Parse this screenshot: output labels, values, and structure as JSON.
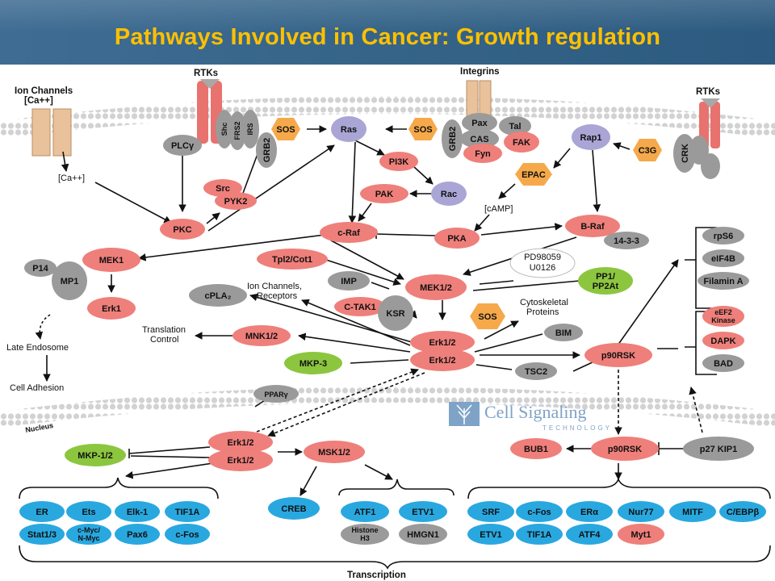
{
  "title": "Pathways Involved in Cancer: Growth regulation",
  "labels": {
    "ion_channels": "Ion Channels",
    "ca_out": "[Ca++]",
    "ca_in": "[Ca++]",
    "rtks_left": "RTKs",
    "rtks_right": "RTKs",
    "integrins": "Integrins",
    "camp": "[cAMP]",
    "ion_channels_receptors_1": "Ion Channels,",
    "ion_channels_receptors_2": "Receptors",
    "translation_control_1": "Translation",
    "translation_control_2": "Control",
    "late_endosome": "Late Endosome",
    "cell_adhesion": "Cell Adhesion",
    "cytoskeletal_1": "Cytoskeletal",
    "cytoskeletal_2": "Proteins",
    "pd98059": "PD98059",
    "u0126": "U0126",
    "nucleus": "Nucleus",
    "transcription": "Transcription",
    "cst_logo_1": "Cell Signaling",
    "cst_logo_2": "TECHNOLOGY"
  },
  "nodes": {
    "plcg": "PLCγ",
    "shc": "Shc",
    "frs2": "FRS2",
    "irs": "IRS",
    "grb2_left": "GRB2",
    "sos_left": "SOS",
    "ras": "Ras",
    "sos_mid": "SOS",
    "grb2_mid": "GRB2",
    "pax": "Pax",
    "tal": "Tal",
    "cas": "CAS",
    "fak": "FAK",
    "fyn": "Fyn",
    "rap1": "Rap1",
    "c3g": "C3G",
    "crk": "CRK",
    "pi3k": "PI3K",
    "rac": "Rac",
    "epac": "EPAC",
    "src": "Src",
    "pyk2": "PYK2",
    "pkc": "PKC",
    "pak": "PAK",
    "craf": "c-Raf",
    "pka": "PKA",
    "braf": "B-Raf",
    "p1433": "14-3-3",
    "mek1": "MEK1",
    "p14": "P14",
    "mp1": "MP1",
    "erk1": "Erk1",
    "tpl2": "Tpl2/Cot1",
    "imp": "IMP",
    "mek12": "MEK1/2",
    "pp1_1": "PP1/",
    "pp1_2": "PP2At",
    "cpla2": "cPLA₂",
    "ctak1": "C-TAK1",
    "ksr": "KSR",
    "sos_erk": "SOS",
    "mnk12": "MNK1/2",
    "erk12_a": "Erk1/2",
    "erk12_b": "Erk1/2",
    "bim": "BIM",
    "mkp3": "MKP-3",
    "tsc2": "TSC2",
    "p90rsk": "p90RSK",
    "rps6": "rpS6",
    "eif4b": "eIF4B",
    "filamin": "Filamin A",
    "eef2_1": "eEF2",
    "eef2_2": "Kinase",
    "dapk": "DAPK",
    "bad": "BAD",
    "ppar": "PPARγ",
    "erk12_n1": "Erk1/2",
    "erk12_n2": "Erk1/2",
    "mkp12": "MKP-1/2",
    "msk12": "MSK1/2",
    "bub1": "BUB1",
    "p90rsk_n": "p90RSK",
    "p27": "p27 KIP1",
    "creb": "CREB"
  },
  "targets_left": [
    "ER",
    "Ets",
    "Elk-1",
    "TIF1A",
    "Stat1/3",
    "c-Myc/ N-Myc",
    "Pax6",
    "c-Fos"
  ],
  "targets_mid": [
    "ATF1",
    "ETV1",
    "Histone H3",
    "HMGN1"
  ],
  "targets_right": [
    "SRF",
    "c-Fos",
    "ERα",
    "Nur77",
    "MITF",
    "C/EBPβ",
    "ETV1",
    "TIF1A",
    "ATF4",
    "Myt1"
  ],
  "colors": {
    "title": "#ffc000",
    "title_bar": "#3a678d",
    "salmon": "#ef7f7a",
    "gray": "#9a9a9a",
    "lavender": "#a9a6d6",
    "orange": "#f5a94a",
    "green": "#8cc63f",
    "blue": "#29a8e0",
    "receptor": "#e8726e",
    "membrane": "#cfcfcf",
    "logo": "#7ea3c7"
  }
}
